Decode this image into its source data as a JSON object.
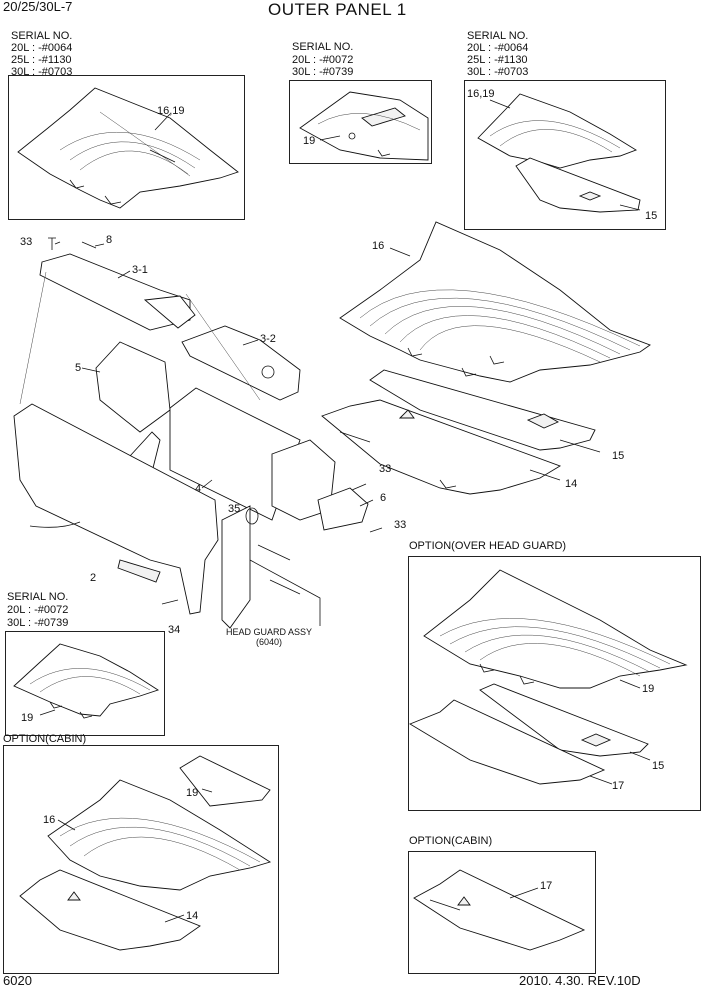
{
  "header": {
    "model": "20/25/30L-7",
    "title": "OUTER PANEL 1"
  },
  "serial_boxes": {
    "top_left": {
      "heading": "SERIAL NO.",
      "lines": [
        "20L : -#0064",
        "25L : -#1130",
        "30L : -#0703"
      ],
      "callout": "16,19"
    },
    "top_middle": {
      "heading": "SERIAL NO.",
      "lines": [
        "20L : -#0072",
        "30L : -#0739"
      ],
      "callout": "19"
    },
    "top_right": {
      "heading": "SERIAL NO.",
      "lines": [
        "20L : -#0064",
        "25L : -#1130",
        "30L : -#0703"
      ],
      "callouts": [
        "16,19",
        "15"
      ]
    },
    "bottom_left": {
      "heading": "SERIAL NO.",
      "lines": [
        "20L : -#0072",
        "30L : -#0739"
      ],
      "callout": "19"
    }
  },
  "main_callouts": {
    "c33a": "33",
    "c8": "8",
    "c3_1": "3-1",
    "c3_2": "3-2",
    "c5": "5",
    "c4": "4",
    "c2": "2",
    "c35": "35",
    "c34": "34",
    "c6": "6",
    "c33b": "33",
    "c33c": "33",
    "c16": "16",
    "c15": "15",
    "c14": "14"
  },
  "head_guard": {
    "label": "HEAD GUARD ASSY",
    "ref": "(6040)"
  },
  "options": {
    "overhead_guard": {
      "heading": "OPTION(OVER HEAD GUARD)",
      "callouts": [
        "19",
        "15",
        "17"
      ]
    },
    "cabin_left": {
      "heading": "OPTION(CABIN)",
      "callouts": [
        "19",
        "16",
        "14"
      ]
    },
    "cabin_right": {
      "heading": "OPTION(CABIN)",
      "callouts": [
        "17"
      ]
    }
  },
  "footer": {
    "page_no": "6020",
    "revision": "2010. 4.30.  REV.10D"
  }
}
